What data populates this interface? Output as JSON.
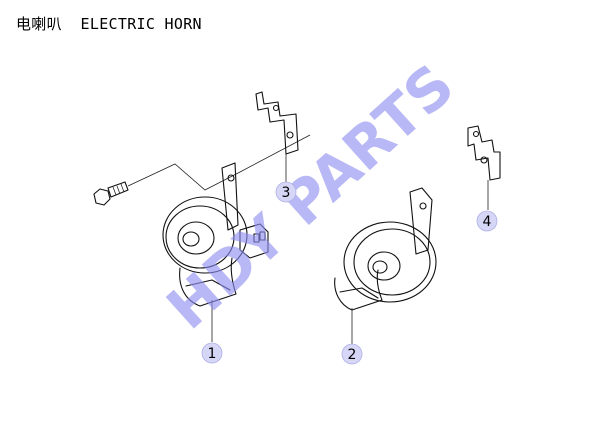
{
  "title": "电喇叭  ELECTRIC HORN",
  "watermark": "HDY PARTS",
  "callouts": [
    "1",
    "2",
    "3",
    "4"
  ],
  "colors": {
    "line": "#111111",
    "watermark": "#8c8cf0",
    "callout_fill": "#d6d6f6"
  }
}
